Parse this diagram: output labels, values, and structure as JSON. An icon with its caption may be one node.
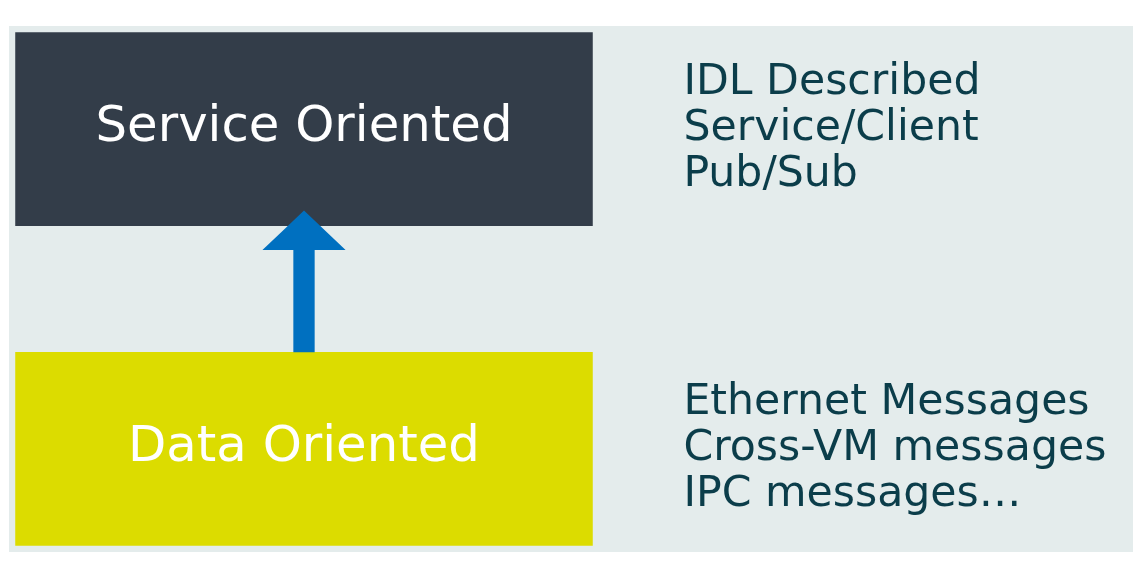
{
  "diagram": {
    "nodes": [
      {
        "text": [
          "Service Oriented"
        ],
        "beside": [
          "IDL Described",
          "Service/Client",
          "Pub/Sub"
        ]
      },
      {
        "text": [
          "Data Oriented"
        ],
        "beside": [
          "Ethernet Messages",
          "Cross-VM messages",
          "IPC messages…"
        ]
      }
    ],
    "edges": [
      {
        "from": 1,
        "to": 0,
        "arrow": "to",
        "color": "#0070c0"
      }
    ]
  }
}
